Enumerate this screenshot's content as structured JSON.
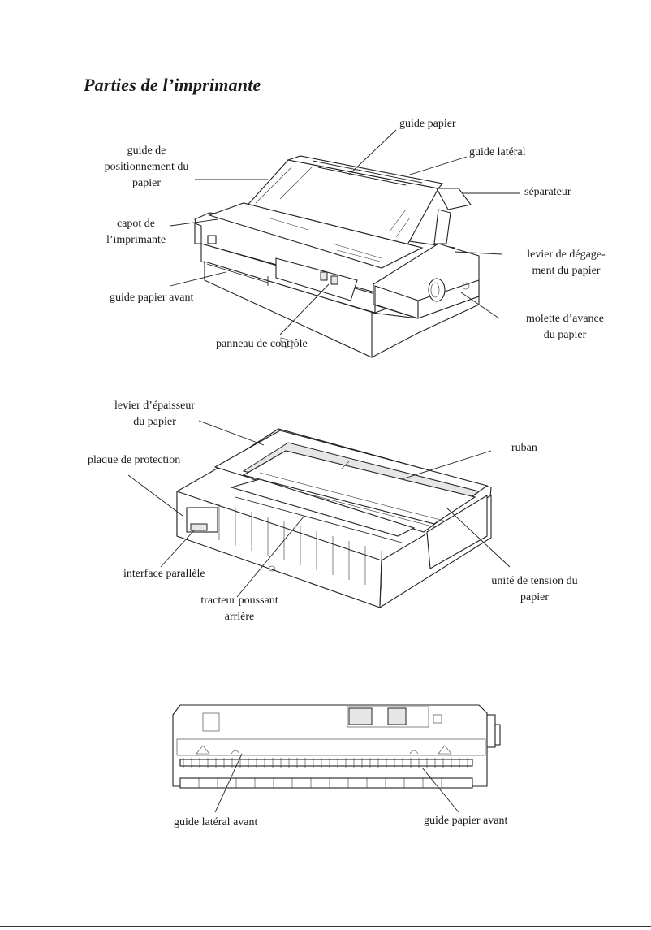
{
  "page": {
    "title": "Parties de l’imprimante"
  },
  "figure1": {
    "labels": {
      "paper_guide": "guide papier",
      "side_guide": "guide latéral",
      "paper_position_guide": "guide de\npositionnement du\npapier",
      "separator": "séparateur",
      "printer_cover": "capot de\nl’imprimante",
      "release_lever": "levier de dégage-\nment du papier",
      "front_paper_guide": "guide papier avant",
      "feed_knob": "molette d’avance\ndu papier",
      "control_panel": "panneau de contrôle"
    }
  },
  "figure2": {
    "labels": {
      "thickness_lever": "levier d’épaisseur\ndu papier",
      "ribbon": "ruban",
      "protective_plate": "plaque de protection",
      "parallel_interface": "interface parallèle",
      "tension_unit": "unité de tension du\npapier",
      "rear_push_tractor": "tracteur poussant\narrière"
    }
  },
  "figure3": {
    "labels": {
      "front_side_guide": "guide latéral avant",
      "front_paper_guide": "guide papier avant"
    }
  }
}
